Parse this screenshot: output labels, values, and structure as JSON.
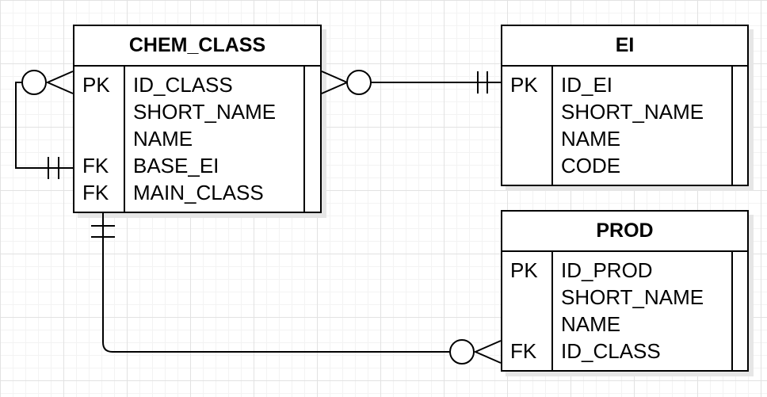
{
  "entities": [
    {
      "title": "CHEM_CLASS",
      "fields": [
        {
          "key": "PK",
          "name": "ID_CLASS"
        },
        {
          "key": "",
          "name": "SHORT_NAME"
        },
        {
          "key": "",
          "name": "NAME"
        },
        {
          "key": "FK",
          "name": "BASE_EI"
        },
        {
          "key": "FK",
          "name": "MAIN_CLASS"
        }
      ]
    },
    {
      "title": "EI",
      "fields": [
        {
          "key": "PK",
          "name": "ID_EI"
        },
        {
          "key": "",
          "name": "SHORT_NAME"
        },
        {
          "key": "",
          "name": "NAME"
        },
        {
          "key": "",
          "name": "CODE"
        }
      ]
    },
    {
      "title": "PROD",
      "fields": [
        {
          "key": "PK",
          "name": "ID_PROD"
        },
        {
          "key": "",
          "name": "SHORT_NAME"
        },
        {
          "key": "",
          "name": "NAME"
        },
        {
          "key": "FK",
          "name": "ID_CLASS"
        }
      ]
    }
  ],
  "relationships": [
    {
      "from": "CHEM_CLASS",
      "from_cardinality": "zero-or-many",
      "to": "EI",
      "to_cardinality": "exactly-one"
    },
    {
      "from": "CHEM_CLASS",
      "from_cardinality": "zero-or-many",
      "to": "CHEM_CLASS",
      "to_cardinality": "exactly-one"
    },
    {
      "from": "CHEM_CLASS",
      "from_cardinality": "exactly-one",
      "to": "PROD",
      "to_cardinality": "zero-or-many"
    }
  ]
}
